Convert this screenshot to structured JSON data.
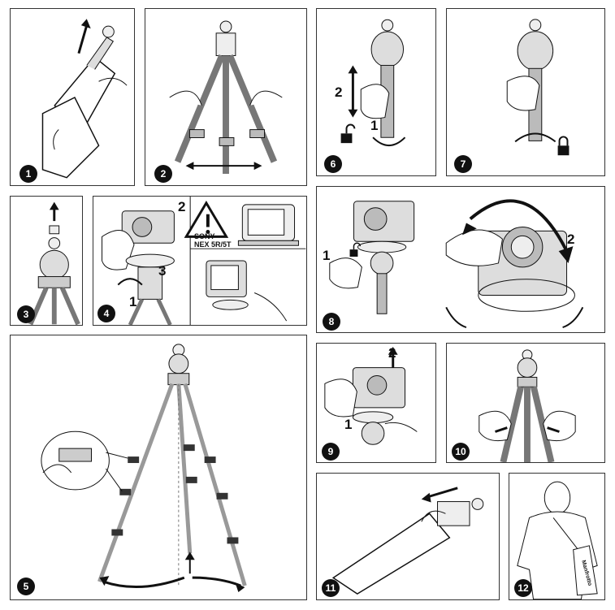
{
  "panels": [
    {
      "number": "1"
    },
    {
      "number": "2"
    },
    {
      "number": "3"
    },
    {
      "number": "4"
    },
    {
      "number": "5"
    },
    {
      "number": "6"
    },
    {
      "number": "7"
    },
    {
      "number": "8"
    },
    {
      "number": "9"
    },
    {
      "number": "10"
    },
    {
      "number": "11"
    },
    {
      "number": "12"
    }
  ],
  "step_labels": {
    "p4_a": "2",
    "p4_b": "3",
    "p4_c": "1",
    "p6_a": "2",
    "p6_b": "1",
    "p8_a": "1",
    "p8_b": "2",
    "p9_a": "2",
    "p9_b": "1"
  },
  "warning": {
    "line1": "SONY",
    "line2": "NEX 5R/5T"
  },
  "brand_text": "Manfrotto",
  "icons": [
    "lock-open-icon",
    "lock-closed-icon",
    "warning-triangle-icon",
    "rotate-arrow-icon"
  ],
  "colors": {
    "ink": "#111111",
    "leg": "#bdbdbd",
    "paper": "#ffffff"
  }
}
